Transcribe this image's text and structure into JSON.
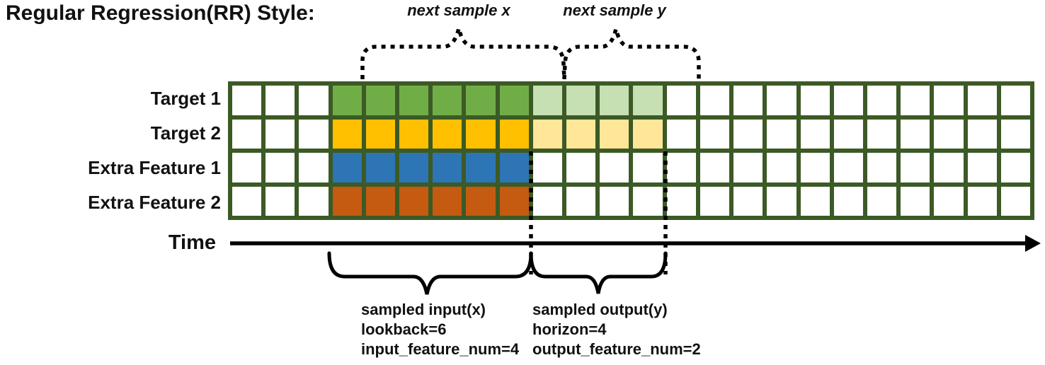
{
  "title": "Regular Regression(RR) Style:",
  "annotations": {
    "next_sample_x": "next sample x",
    "next_sample_y": "next sample y"
  },
  "time_axis": {
    "label": "Time"
  },
  "input_caption": {
    "line1": "sampled input(x)",
    "line2": "lookback=6",
    "line3": "input_feature_num=4"
  },
  "output_caption": {
    "line1": "sampled output(y)",
    "line2": "horizon=4",
    "line3": "output_feature_num=2"
  },
  "grid": {
    "columns": 24,
    "input_columns": {
      "start": 4,
      "end": 9
    },
    "output_columns": {
      "start": 10,
      "end": 13
    },
    "border_color": "#3C5A25",
    "cell_background": "#FFFFFF",
    "rows": [
      {
        "label": "Target 1",
        "input_color": "#70AD47",
        "output_color": "#C6E0B4"
      },
      {
        "label": "Target 2",
        "input_color": "#FFC000",
        "output_color": "#FFE699"
      },
      {
        "label": "Extra Feature 1",
        "input_color": "#2E75B6",
        "output_color": null
      },
      {
        "label": "Extra Feature 2",
        "input_color": "#C55A11",
        "output_color": null
      }
    ]
  }
}
